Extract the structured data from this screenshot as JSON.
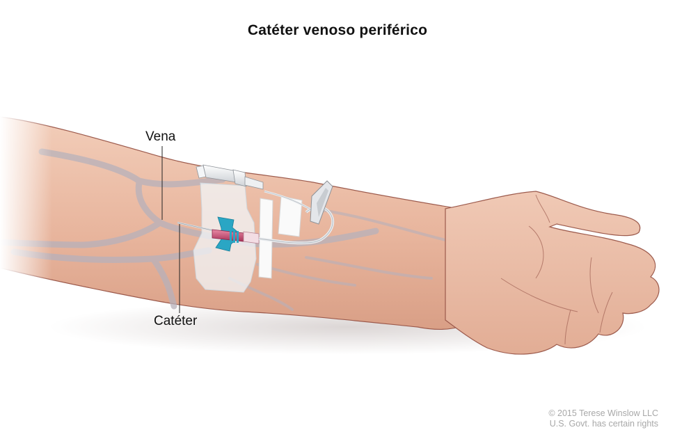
{
  "title": "Catéter venoso periférico",
  "labels": {
    "vena": "Vena",
    "cateter": "Catéter"
  },
  "copyright": {
    "line1": "© 2015 Terese Winslow LLC",
    "line2": "U.S. Govt. has certain rights"
  },
  "illustration": {
    "subject": "forearm-with-peripheral-iv-catheter",
    "colors": {
      "skin": "#e9b9a2",
      "skin_light": "#f3d3c2",
      "skin_outline": "#9c5a4c",
      "vein": "#b9b4bc",
      "catheter_wings": "#2aa6c4",
      "catheter_hub": "#c9476f",
      "dressing": "#eef2f6",
      "tape": "#f7f7f7"
    }
  }
}
